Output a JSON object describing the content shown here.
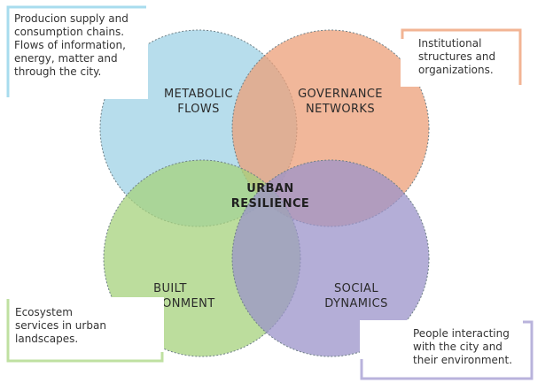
{
  "diagram": {
    "center": "URBAN\nRESILIENCE",
    "circles": [
      {
        "label": "METABOLIC\nFLOWS",
        "color": "#9fd2e6"
      },
      {
        "label": "GOVERNANCE\nNETWORKS",
        "color": "#ec9f78"
      },
      {
        "label": "BUILT\nENVIRONMENT",
        "color": "#a6d27c"
      },
      {
        "label": "SOCIAL\nDYNAMICS",
        "color": "#9b93c9"
      }
    ],
    "callouts": [
      {
        "text": "Producion supply and\nconsumption chains.\nFlows of information,\nenergy, matter and\nthrough the city.",
        "color": "#a8dcee"
      },
      {
        "text": "Institutional\nstructures and\norganizations.",
        "color": "#f2b494"
      },
      {
        "text": "Ecosystem\nservices in urban\nlandscapes.",
        "color": "#bfe0a1"
      },
      {
        "text": "People interacting\nwith the city and\ntheir environment.",
        "color": "#b9b3dc"
      }
    ]
  }
}
